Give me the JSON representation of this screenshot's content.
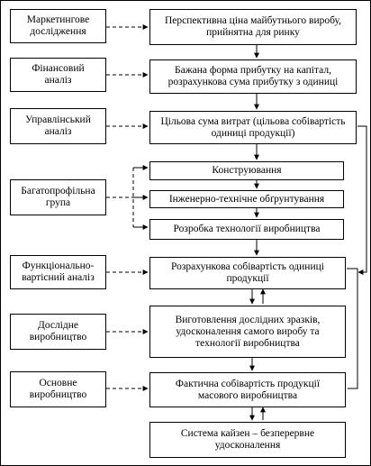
{
  "left_boxes": [
    {
      "id": "marketing",
      "label": "Маркетингове\nдослідження"
    },
    {
      "id": "finance",
      "label": "Фінансовий\nаналіз"
    },
    {
      "id": "management",
      "label": "Управлінський\nаналіз"
    },
    {
      "id": "multiprofile",
      "label": "Багатопрофільна\nгрупа"
    },
    {
      "id": "functional",
      "label": "Функціонально-\nвартісний аналіз"
    },
    {
      "id": "pilot",
      "label": "Дослідне\nвиробництво"
    },
    {
      "id": "mass",
      "label": "Основне\nвиробництво"
    }
  ],
  "right_boxes": [
    {
      "id": "price",
      "label": "Перспективна ціна майбутнього виробу,\nприйнятна для ринку"
    },
    {
      "id": "profit",
      "label": "Бажана форма прибутку на капітал,\nрозрахункова сума прибутку з одиниці"
    },
    {
      "id": "target_cost",
      "label": "Цільова сума витрат (цільова собівартість\nодиниці продукції)"
    },
    {
      "id": "design",
      "label": "Конструювання"
    },
    {
      "id": "engineering",
      "label": "Інженерно-технічне обґрунтування"
    },
    {
      "id": "technology",
      "label": "Розробка технології виробництва"
    },
    {
      "id": "calc_cost",
      "label": "Розрахункова собівартість одиниці\nпродукції"
    },
    {
      "id": "prototypes",
      "label": "Виготовлення дослідних зразків,\nудосконалення самого виробу та\nтехнології виробництва"
    },
    {
      "id": "actual_cost",
      "label": "Фактична собівартість продукції\nмасового виробництва"
    },
    {
      "id": "kaizen",
      "label": "Система кайзен – безперервне\nудосконалення"
    }
  ]
}
